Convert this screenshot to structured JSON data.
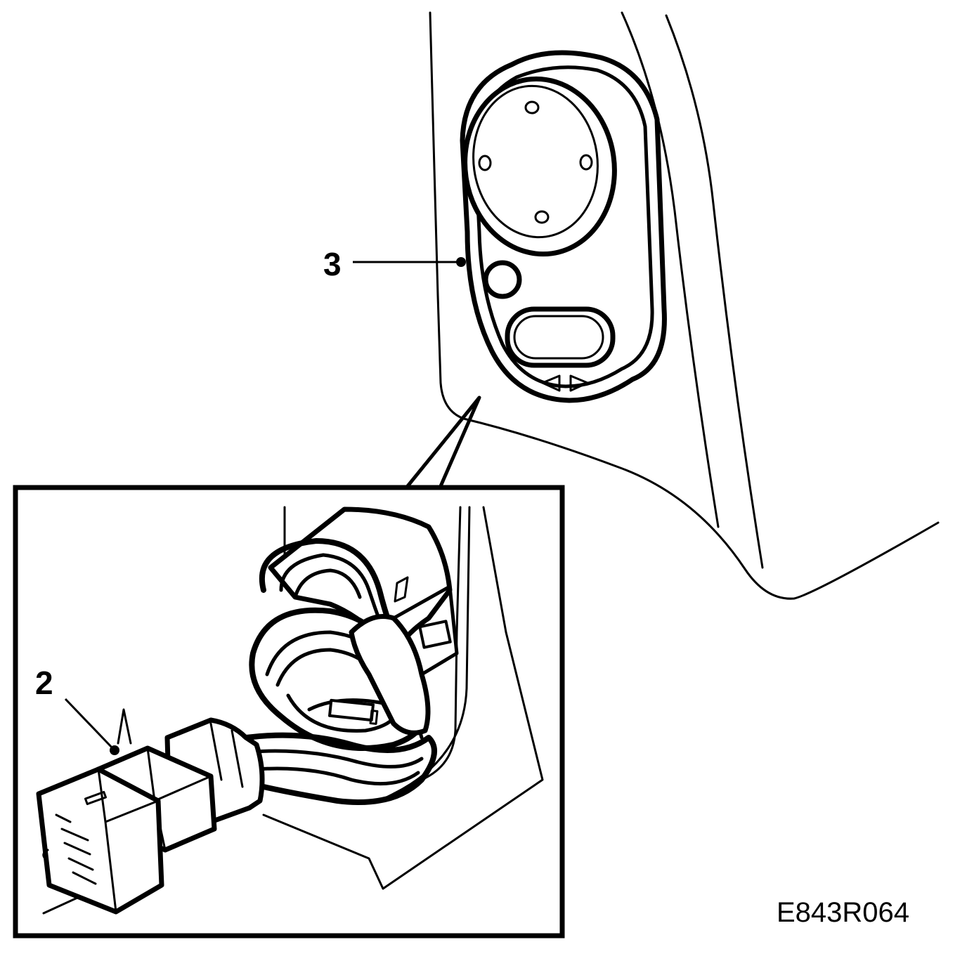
{
  "callouts": {
    "label_2": "2",
    "label_3": "3"
  },
  "figure_id": "E843R064",
  "colors": {
    "line": "#000000",
    "background": "#ffffff"
  }
}
